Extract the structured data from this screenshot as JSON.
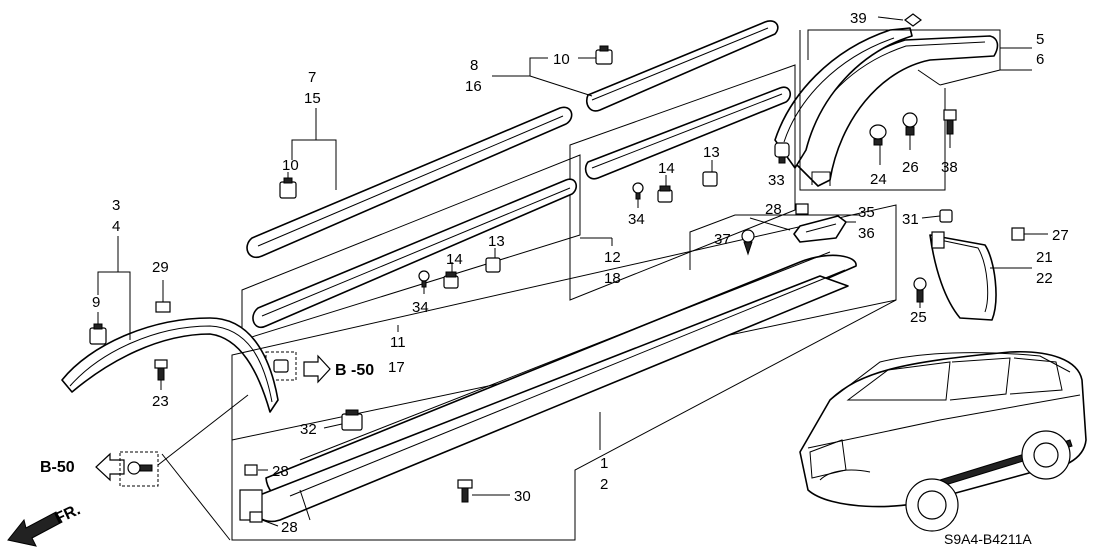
{
  "diagram_code": "S9A4-B4211A",
  "front_label": "FR.",
  "ref_left": "B-50",
  "ref_center": "B -50",
  "callouts": {
    "c39": "39",
    "c5": "5",
    "c6": "6",
    "c10a": "10",
    "c8": "8",
    "c16": "16",
    "c7": "7",
    "c15": "15",
    "c10b": "10",
    "c13a": "13",
    "c14a": "14",
    "c34a": "34",
    "c33": "33",
    "c24": "24",
    "c26": "26",
    "c38": "38",
    "c3": "3",
    "c4": "4",
    "c9": "9",
    "c29": "29",
    "c23": "23",
    "c28a": "28",
    "c35": "35",
    "c36": "36",
    "c37": "37",
    "c12": "12",
    "c18": "18",
    "c13b": "13",
    "c14b": "14",
    "c34b": "34",
    "c11": "11",
    "c17": "17",
    "c31": "31",
    "c27": "27",
    "c21": "21",
    "c22": "22",
    "c25": "25",
    "c32": "32",
    "c1": "1",
    "c2": "2",
    "c28b": "28",
    "c28c": "28",
    "c30": "30"
  }
}
